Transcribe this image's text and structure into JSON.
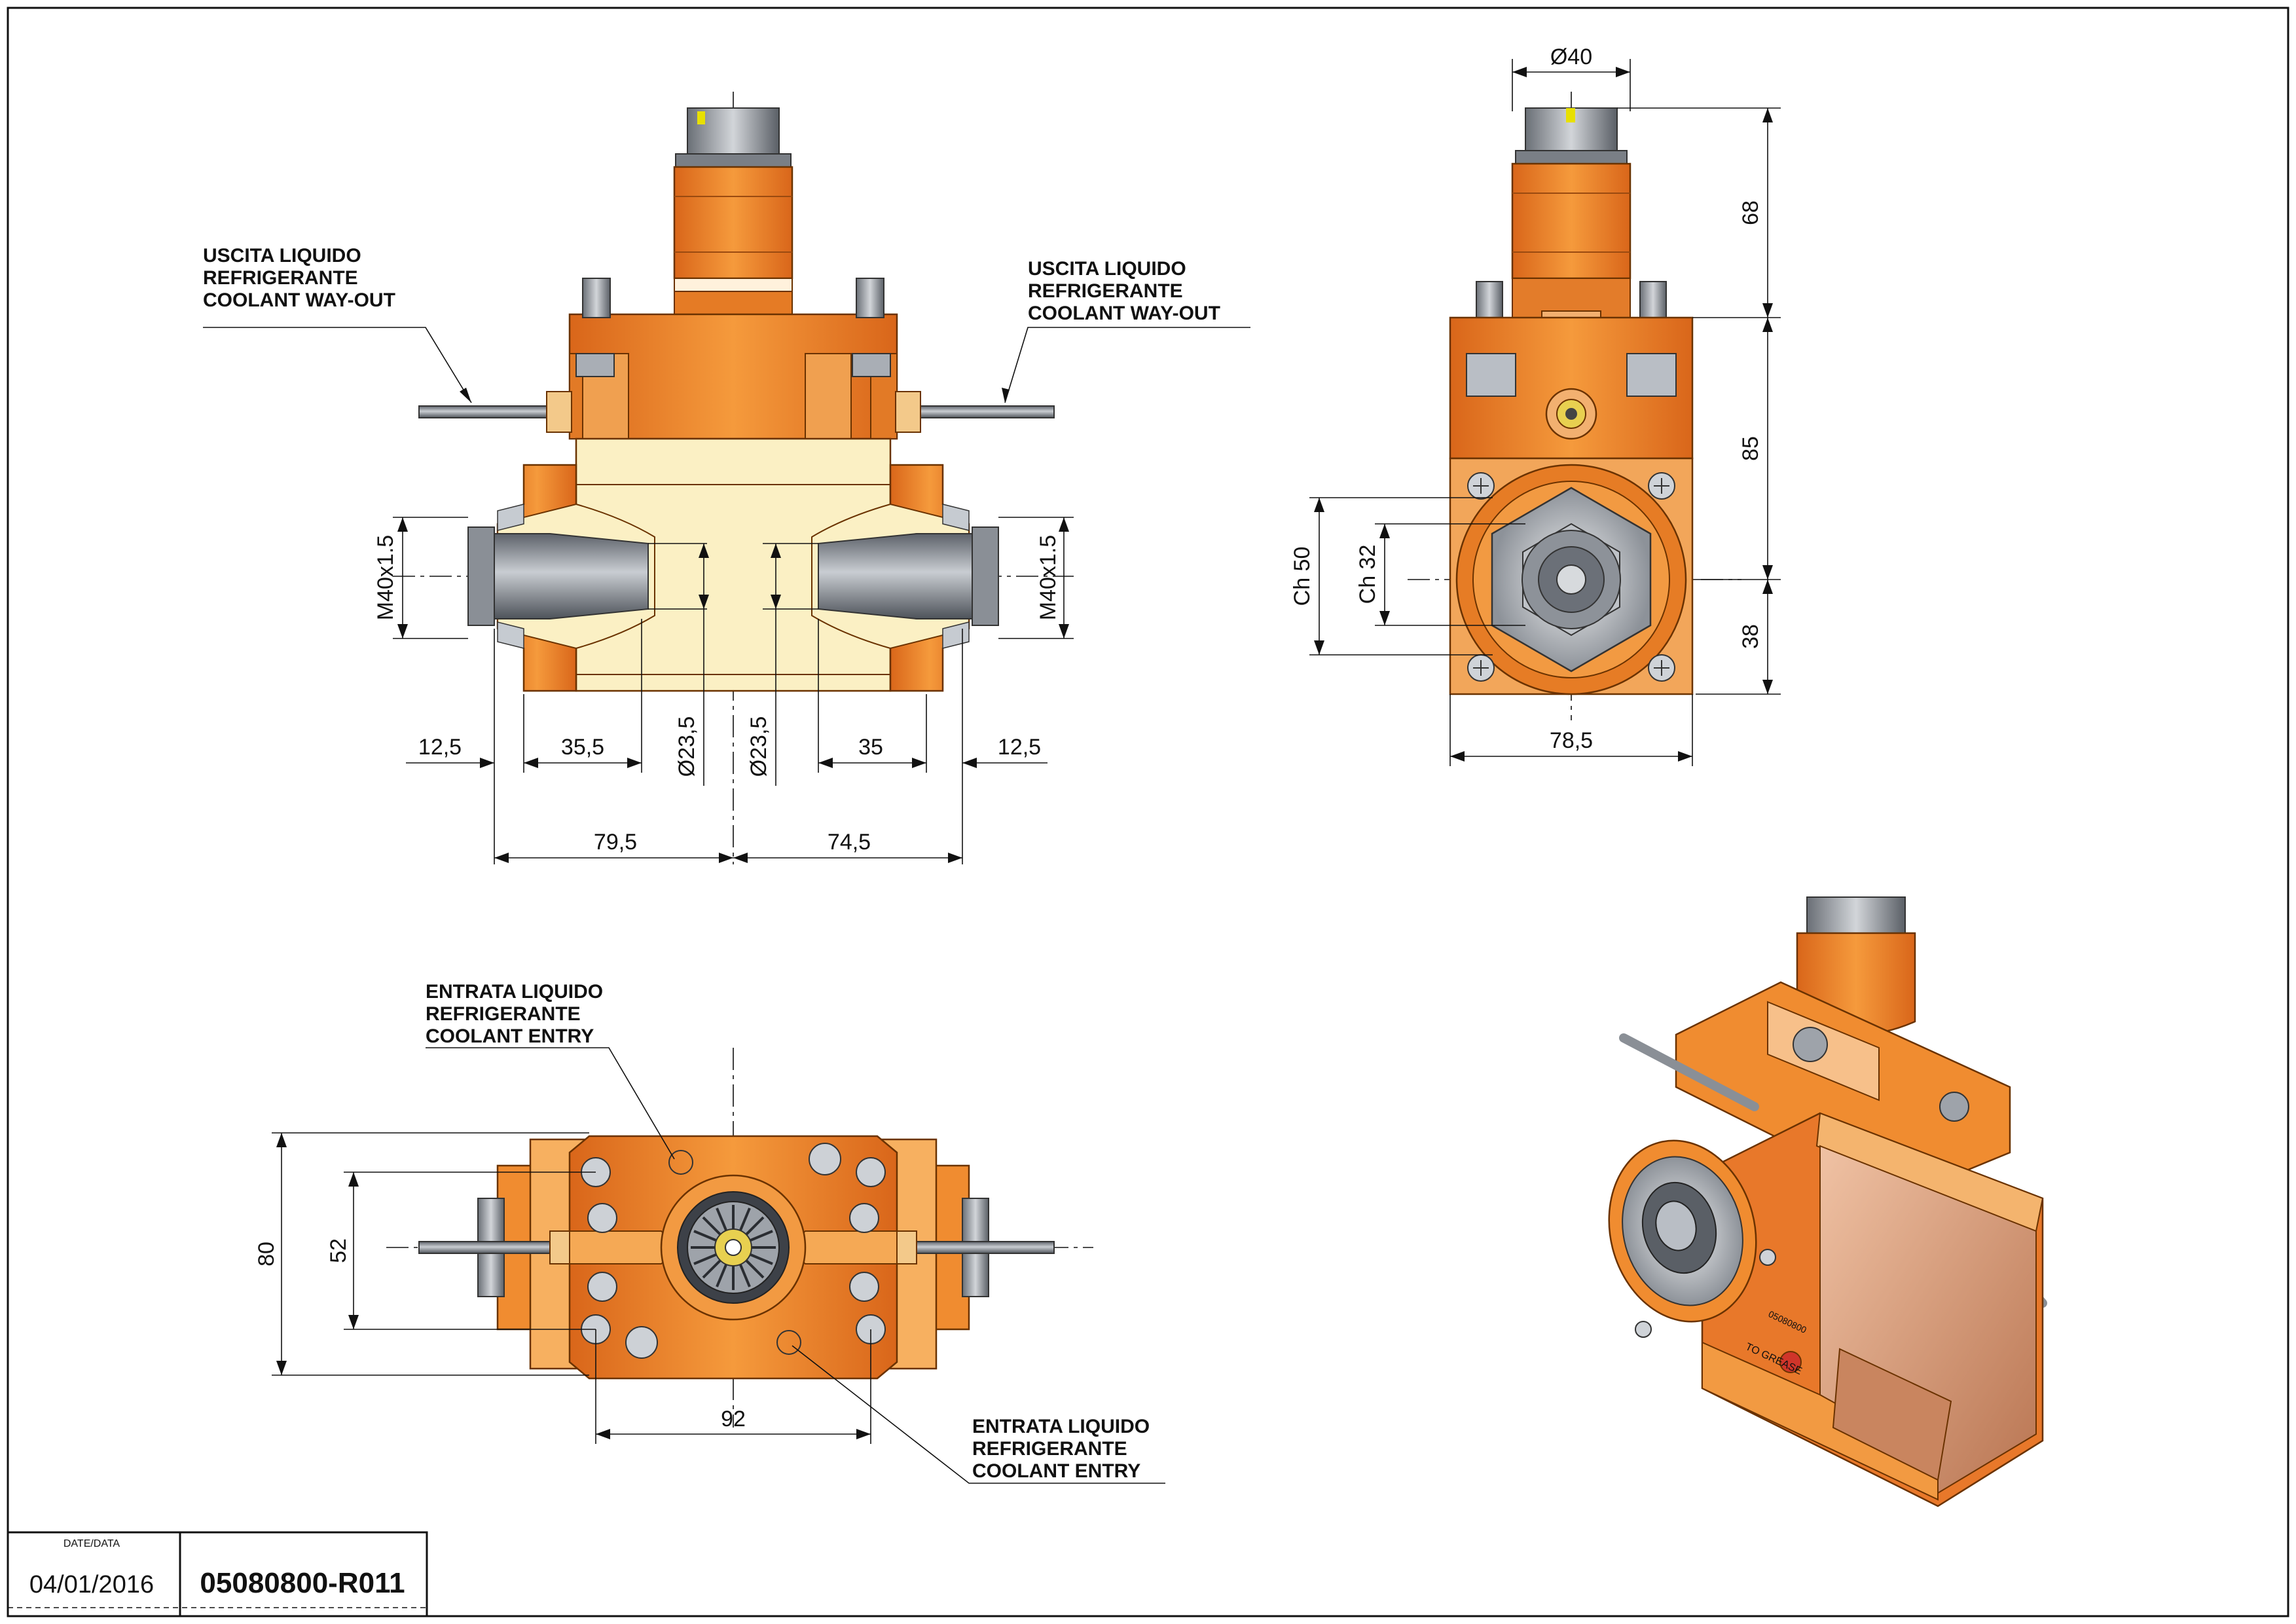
{
  "top_view": {
    "note_left": [
      "USCITA LIQUIDO",
      "REFRIGERANTE",
      "COOLANT WAY-OUT"
    ],
    "note_right": [
      "USCITA LIQUIDO",
      "REFRIGERANTE",
      "COOLANT WAY-OUT"
    ],
    "thread_left": "M40x1.5",
    "thread_right": "M40x1.5",
    "dia_left": "Ø23,5",
    "dia_right": "Ø23,5",
    "dims": {
      "d_12_5_l": "12,5",
      "d_35_5": "35,5",
      "d_35": "35",
      "d_12_5_r": "12,5",
      "d_79_5": "79,5",
      "d_74_5": "74,5"
    }
  },
  "side_view": {
    "dia_top": "Ø40",
    "h68": "68",
    "h85": "85",
    "h38": "38",
    "ch50": "Ch 50",
    "ch32": "Ch 32",
    "w78_5": "78,5"
  },
  "bottom_view": {
    "note_top": [
      "ENTRATA LIQUIDO",
      "REFRIGERANTE",
      "COOLANT ENTRY"
    ],
    "note_bottom": [
      "ENTRATA LIQUIDO",
      "REFRIGERANTE",
      "COOLANT ENTRY"
    ],
    "h80": "80",
    "h52": "52",
    "w92": "92"
  },
  "iso_view": {
    "engraving": "TO GREASE",
    "part_mark": "05080800"
  },
  "title_block": {
    "date_label": "DATE/DATA",
    "date": "04/01/2016",
    "drawing_number": "05080800-R011"
  },
  "colors": {
    "orange": "#ef8a2a",
    "orange_dark": "#c8601a",
    "cream": "#fbf0c4",
    "steel": "#9aa0a8",
    "copper": "#d99a78"
  }
}
